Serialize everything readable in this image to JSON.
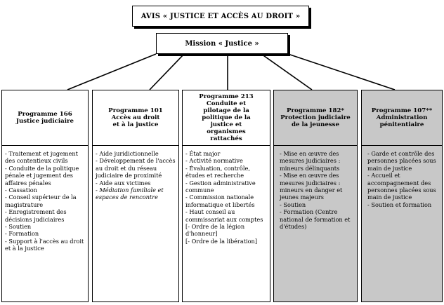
{
  "header": {
    "title": "AVIS « JUSTICE ET ACCÈS AU DROIT »",
    "mission": "Mission « Justice »"
  },
  "programmes": [
    {
      "title": "Programme 166\nJustice judiciaire",
      "shaded": false,
      "items": [
        {
          "text": "- Traitement et jugement des contentieux civils"
        },
        {
          "text": "- Conduite de la politique pénale et jugement des affaires pénales"
        },
        {
          "text": "- Cassation"
        },
        {
          "text": "- Conseil supérieur de la magistrature"
        },
        {
          "text": "- Enregistrement des décisions judiciaires"
        },
        {
          "text": "- Soutien"
        },
        {
          "text": "- Formation"
        },
        {
          "text": "- Support à l'accès au droit et à la justice"
        }
      ]
    },
    {
      "title": "Programme 101\nAccès au droit\net à la justice",
      "shaded": false,
      "items": [
        {
          "text": "- Aide juridictionnelle"
        },
        {
          "text": "- Développement de l'accès au droit et du réseau judiciaire de proximité"
        },
        {
          "text": "- Aide aux victimes"
        },
        {
          "text": "- Médiation familiale et espaces de rencontre",
          "italic": true
        }
      ]
    },
    {
      "title": "Programme 213\nConduite et\npilotage de la\npolitique de la\njustice et\norganismes\nrattachés",
      "shaded": false,
      "items": [
        {
          "text": "- État major"
        },
        {
          "text": "- Activité normative"
        },
        {
          "text": "- Évaluation, contrôle, études et recherche"
        },
        {
          "text": "- Gestion administrative commune"
        },
        {
          "text": "- Commission nationale informatique et libertés"
        },
        {
          "text": "- Haut conseil au commissariat aux comptes"
        },
        {
          "text": "[- Ordre de la légion d'honneur]"
        },
        {
          "text": "[- Ordre de la libération]"
        }
      ]
    },
    {
      "title": "Programme 182*\nProtection judiciaire\nde la jeunesse",
      "shaded": true,
      "items": [
        {
          "text": "- Mise en œuvre des mesures judiciaires : mineurs délinquants"
        },
        {
          "text": "- Mise en œuvre des mesures judiciaires : mineurs en danger et jeunes majeurs"
        },
        {
          "text": "- Soutien"
        },
        {
          "text": "- Formation (Centre national de formation et d'études)"
        }
      ]
    },
    {
      "title": "Programme 107**\nAdministration\npénitentiaire",
      "shaded": true,
      "items": [
        {
          "text": "- Garde et contrôle des personnes placées sous main de justice"
        },
        {
          "text": "- Accueil et accompagnement des personnes placées sous main de justice"
        },
        {
          "text": "- Soutien et formation"
        }
      ]
    }
  ]
}
